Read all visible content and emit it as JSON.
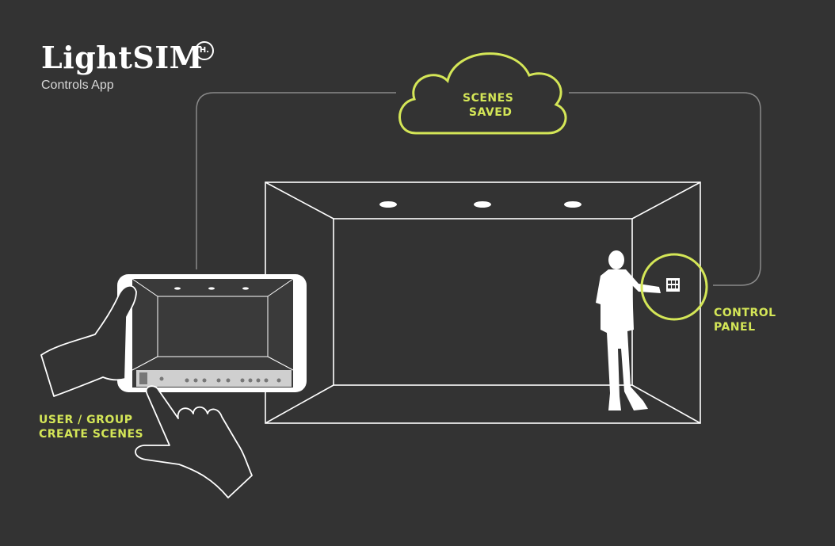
{
  "brand": {
    "title": "LightSIM",
    "badge": "H.",
    "subtitle": "Controls App"
  },
  "labels": {
    "scenes_saved": [
      "SCENES",
      "SAVED"
    ],
    "control_panel": [
      "CONTROL",
      "PANEL"
    ],
    "user_group": [
      "USER / GROUP",
      "CREATE SCENES"
    ]
  },
  "colors": {
    "background": "#333333",
    "accent": "#d4e657",
    "line": "#ffffff",
    "connector": "#8a8a8a"
  }
}
